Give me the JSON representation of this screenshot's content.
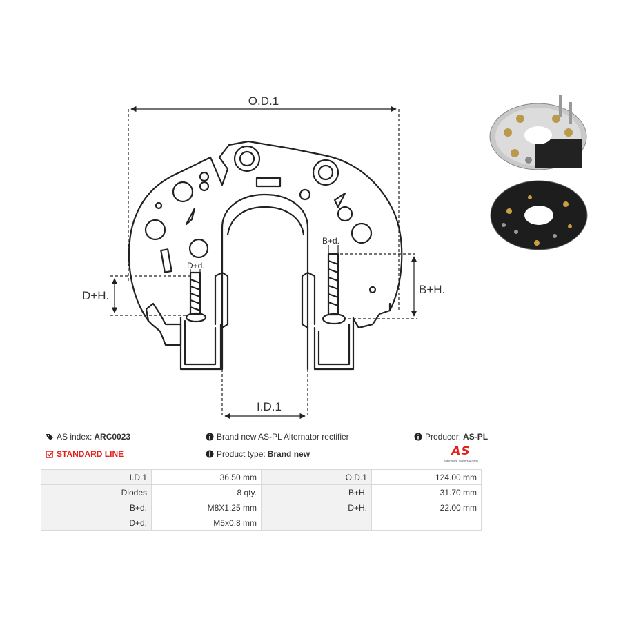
{
  "drawing": {
    "labels": {
      "od1": "O.D.1",
      "id1": "I.D.1",
      "dh": "D+H.",
      "bh": "B+H.",
      "dd": "D+d.",
      "bd": "B+d."
    }
  },
  "info": {
    "as_index_label": "AS index:",
    "as_index_value": "ARC0023",
    "line": "STANDARD LINE",
    "description": "Brand new AS-PL Alternator rectifier",
    "product_type_label": "Product type:",
    "product_type_value": "Brand new",
    "producer_label": "Producer:",
    "producer_value": "AS-PL"
  },
  "logo": {
    "mark": "AS",
    "tagline": "Alternators, Starters & Parts"
  },
  "specs": [
    {
      "l1": "I.D.1",
      "v1": "36.50 mm",
      "l2": "O.D.1",
      "v2": "124.00 mm"
    },
    {
      "l1": "Diodes",
      "v1": "8 qty.",
      "l2": "B+H.",
      "v2": "31.70 mm"
    },
    {
      "l1": "B+d.",
      "v1": "M8X1.25 mm",
      "l2": "D+H.",
      "v2": "22.00 mm"
    },
    {
      "l1": "D+d.",
      "v1": "M5x0.8 mm",
      "l2": "",
      "v2": ""
    }
  ],
  "colors": {
    "accent": "#e2201c",
    "label_bg": "#f2f2f2",
    "border": "#d9d9d9"
  },
  "icons": [
    "tag-icon",
    "info-icon",
    "checkbox-icon"
  ]
}
